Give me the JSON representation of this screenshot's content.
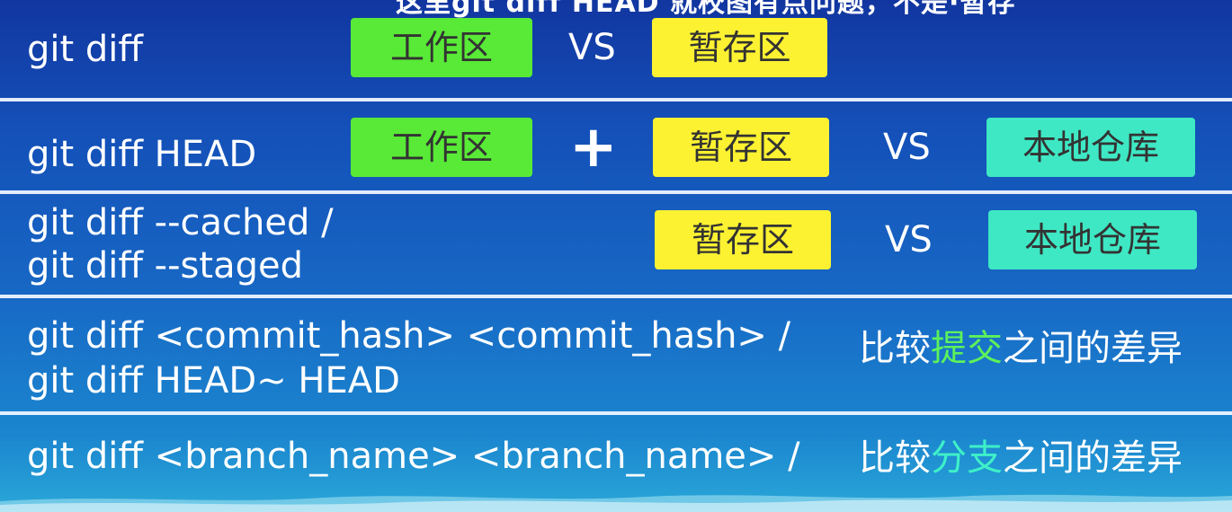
{
  "header_partial": "这里git diff HEAD 就校图有点问题，不是·暂存",
  "labels": {
    "workspace": "工作区",
    "staging": "暂存区",
    "local_repo": "本地仓库",
    "vs": "VS",
    "plus": "+"
  },
  "rows": [
    {
      "cmd": "git diff"
    },
    {
      "cmd": "git diff HEAD"
    },
    {
      "cmd_line1": "git diff --cached /",
      "cmd_line2": "git diff --staged"
    },
    {
      "cmd_line1": "git diff <commit_hash> <commit_hash> /",
      "cmd_line2": "git diff HEAD~ HEAD",
      "desc_pre": "比较",
      "desc_hl": "提交",
      "desc_post": "之间的差异"
    },
    {
      "cmd": "git diff <branch_name> <branch_name> /",
      "desc_pre": "比较",
      "desc_hl": "分支",
      "desc_post": "之间的差异"
    }
  ],
  "colors": {
    "workspace_box": "#58ea36",
    "staging_box": "#fcf231",
    "repo_box": "#3ee8c4",
    "highlight_commit": "#5df25a",
    "highlight_branch": "#3ef0c8"
  }
}
